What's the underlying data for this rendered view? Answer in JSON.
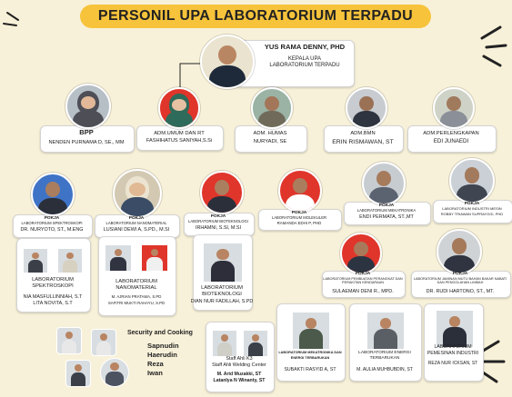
{
  "title": "PERSONIL UPA LABORATORIUM TERPADU",
  "head": {
    "name": "YUS RAMA DENNY, PHD",
    "role_line1": "KEPALA UPA",
    "role_line2": "LABORATORIUM TERPADU"
  },
  "staff": [
    {
      "role": "BPP",
      "name": "NENDEN PURNAMA D, SE., MM"
    },
    {
      "role": "ADM.UMUM DAN RT",
      "name": "FASHIHATUS SANIYAH,S.Si"
    },
    {
      "role": "ADM. HUMAS",
      "name": "NURYADI, SE"
    },
    {
      "role": "ADM.BMN",
      "name": "ERIN RISMAWAN, ST"
    },
    {
      "role": "ADM.PERLENGKAPAN",
      "name": "EDI JUNAEDI"
    }
  ],
  "kordinators": [
    {
      "label1": "POKJA",
      "label2": "LABORATORIUM SPEKTROSKOPI",
      "name": "DR. NURYOTO, ST., M.ENG"
    },
    {
      "label1": "POKJA",
      "label2": "LABORATORIUM NANOMATERIAL",
      "name": "LUSIANI DEWI A, S.PD., M.SI"
    },
    {
      "label1": "POKJA",
      "label2": "LABORATORIUM BIOTEKNOLOGI",
      "name": "IRHAMNI, S.SI, M.SI"
    },
    {
      "label1": "POKJA",
      "label2": "LABORATORIUM MOLEKULER",
      "name": "RAMANDA EDHI P, PHD"
    },
    {
      "label1": "POKJA",
      "label2": "LABORATORIUM MEKATRONIKA",
      "name": "ENDI PERMATA, ST.,MT"
    },
    {
      "label1": "POKJA",
      "label2": "LABORATORIUM INDUSTRI MESIN",
      "name": "ROBBY TRIAWAN SUPRAYOGI, PHD"
    },
    {
      "label1": "POKJA",
      "label2": "LABORATORIUM PEMBUATAN PERANGKAT DAN PERAKITAN KENDARAAN",
      "name": "SULAEMAN DENI R., MPD."
    },
    {
      "label1": "POKJA",
      "label2": "LABORATORIUM JAMINAN MUTU BAHAN BAKAR NABATI DAN PENGOLAHAN LIMBAH",
      "name": "DR. RUDI HARTONO, ST., MT."
    }
  ],
  "labs": [
    {
      "title1": "LABORATORIUM",
      "title2": "SPEKTROSKOPI",
      "staff1": "NIA MASFULLINNIAH, S.T",
      "staff2": "LITA NOVITA, S.T"
    },
    {
      "title1": "LABORATORIUM",
      "title2": "NANOMATERIAL",
      "staff1": "M. AJRIAN PRATAMA, S.PD",
      "staff2": "SAFITRI MUKTI RAHAYU, S.PD"
    },
    {
      "title1": "LABORATORIUM",
      "title2": "BIOTEKNOLOGI",
      "staff1": "DIAN NUR FADILLAH, S.PD",
      "staff2": ""
    },
    {
      "title1": "LABORATORIUM MEKATRONIKA DAN",
      "title2": "ENERGI TERBARUKAN",
      "staff1": "SUBAKTI RASYID A, ST",
      "staff2": ""
    },
    {
      "title1": "LABORATORIUM ENERGI",
      "title2": "TERBARUKAN",
      "staff1": "M. AULIA MUHBUBDIN, ST",
      "staff2": ""
    },
    {
      "title1": "LABORATORIUM",
      "title2": "PEMESINAN INDUSTRI",
      "staff1": "REZA NUR ICKSAN, ST",
      "staff2": ""
    }
  ],
  "k3": {
    "line1": "Staff Ahli K3",
    "line2": "Staff Ahli Welding Center",
    "name1": "M. Arid Muzakki, ST",
    "name2": "Latanlya N Winanty, ST"
  },
  "security": {
    "title": "Security and Cooking",
    "names": [
      "Sapnudin",
      "Haerudin",
      "Reza",
      "Iwan"
    ]
  }
}
